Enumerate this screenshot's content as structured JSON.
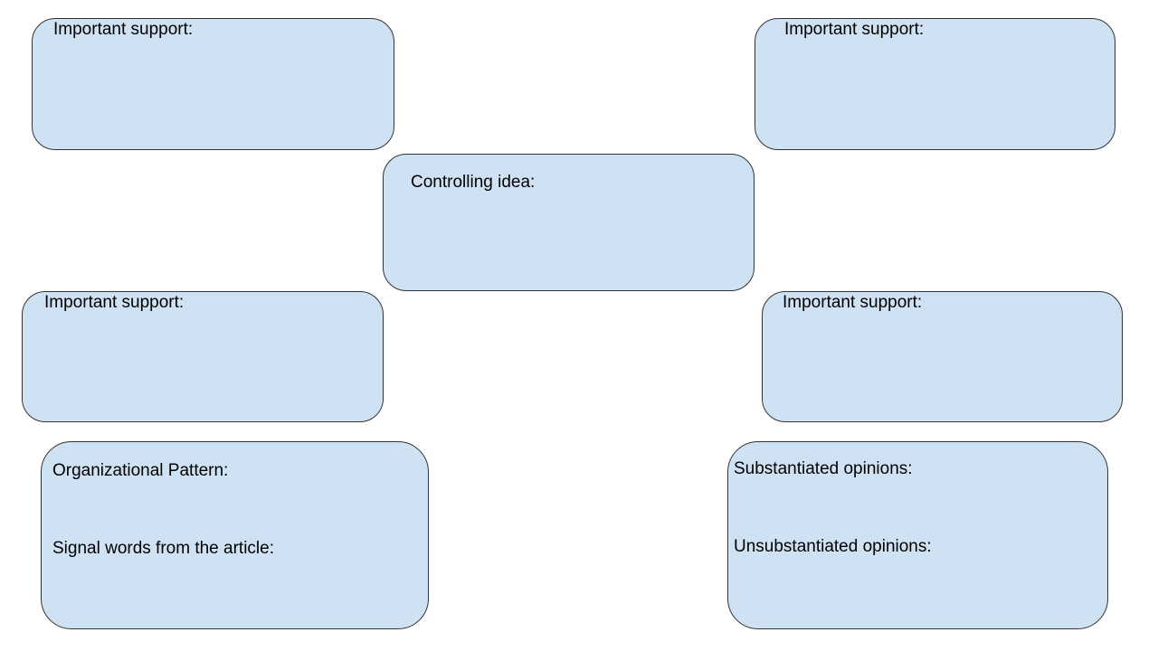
{
  "boxes": {
    "top_left": {
      "label": "Important support:"
    },
    "top_right": {
      "label": "Important support:"
    },
    "controlling_idea": {
      "label": "Controlling idea:"
    },
    "middle_left": {
      "label": "Important support:"
    },
    "middle_right": {
      "label": "Important support:"
    },
    "organizational": {
      "label_pattern": "Organizational Pattern:",
      "label_signal_words": "Signal words from the article:"
    },
    "opinions": {
      "label_substantiated": "Substantiated opinions:",
      "label_unsubstantiated": "Unsubstantiated opinions:"
    }
  },
  "colors": {
    "box_fill": "#cfe2f3",
    "box_border": "#333333",
    "background": "#ffffff",
    "text": "#000000"
  }
}
